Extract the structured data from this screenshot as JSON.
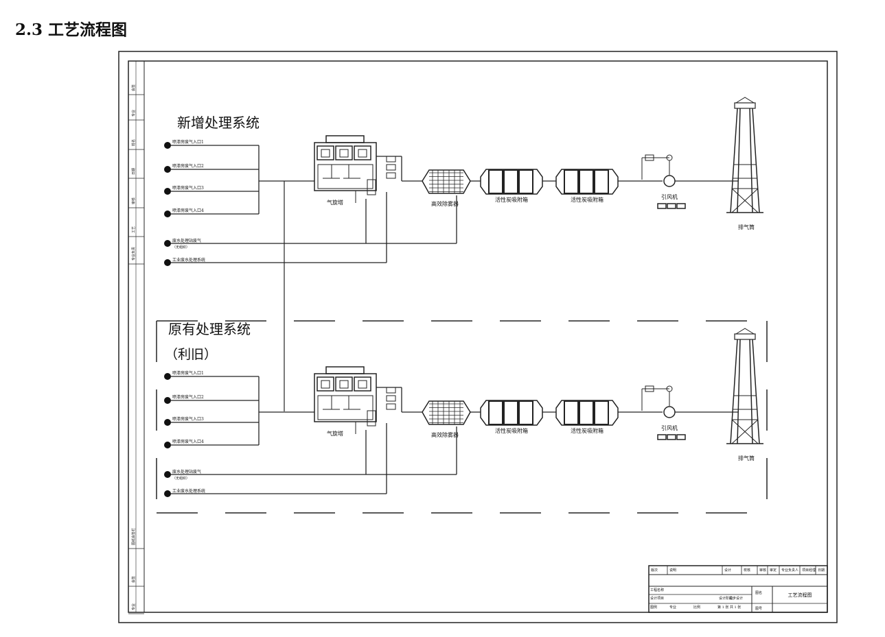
{
  "heading": "2.3 工艺流程图",
  "systems": [
    {
      "title": "新增处理系统",
      "subtitle": ""
    },
    {
      "title": "原有处理系统",
      "subtitle": "（利旧）"
    }
  ],
  "inlets": [
    "喷漆房废气入口1",
    "喷漆房废气入口2",
    "喷漆房废气入口3",
    "喷漆房废气入口4"
  ],
  "wastewater_inlet": {
    "label": "废水处理站废气",
    "note": "（无组织）"
  },
  "water_inlet": "工业废水处理系统",
  "equipment": {
    "tower": "气旋塔",
    "demister": "高效除雾器",
    "carbon1": "活性炭吸附箱",
    "carbon2": "活性炭吸附箱",
    "fan": "引风机",
    "stack": "排气筒"
  },
  "title_block": {
    "row1": [
      "版次",
      "说明",
      "设计",
      "校核",
      "审核",
      "审定",
      "专业负责人",
      "项目经理",
      "日期"
    ],
    "project_label": "工程名称",
    "sub_label": "设计项目",
    "stage_label": "设计阶段",
    "stage_value": "初步设计",
    "drawing_name_label": "图名",
    "drawing_name": "工艺流程图",
    "scale_label": "比例",
    "major_label": "专业",
    "code_label": "图号",
    "sheet": "第 1 张  共 1 张",
    "no_label": "图例"
  },
  "left_strip": [
    "会签",
    "专业",
    "姓名",
    "日期",
    "审核",
    "工艺",
    "专业负责",
    "图纸会签栏"
  ]
}
